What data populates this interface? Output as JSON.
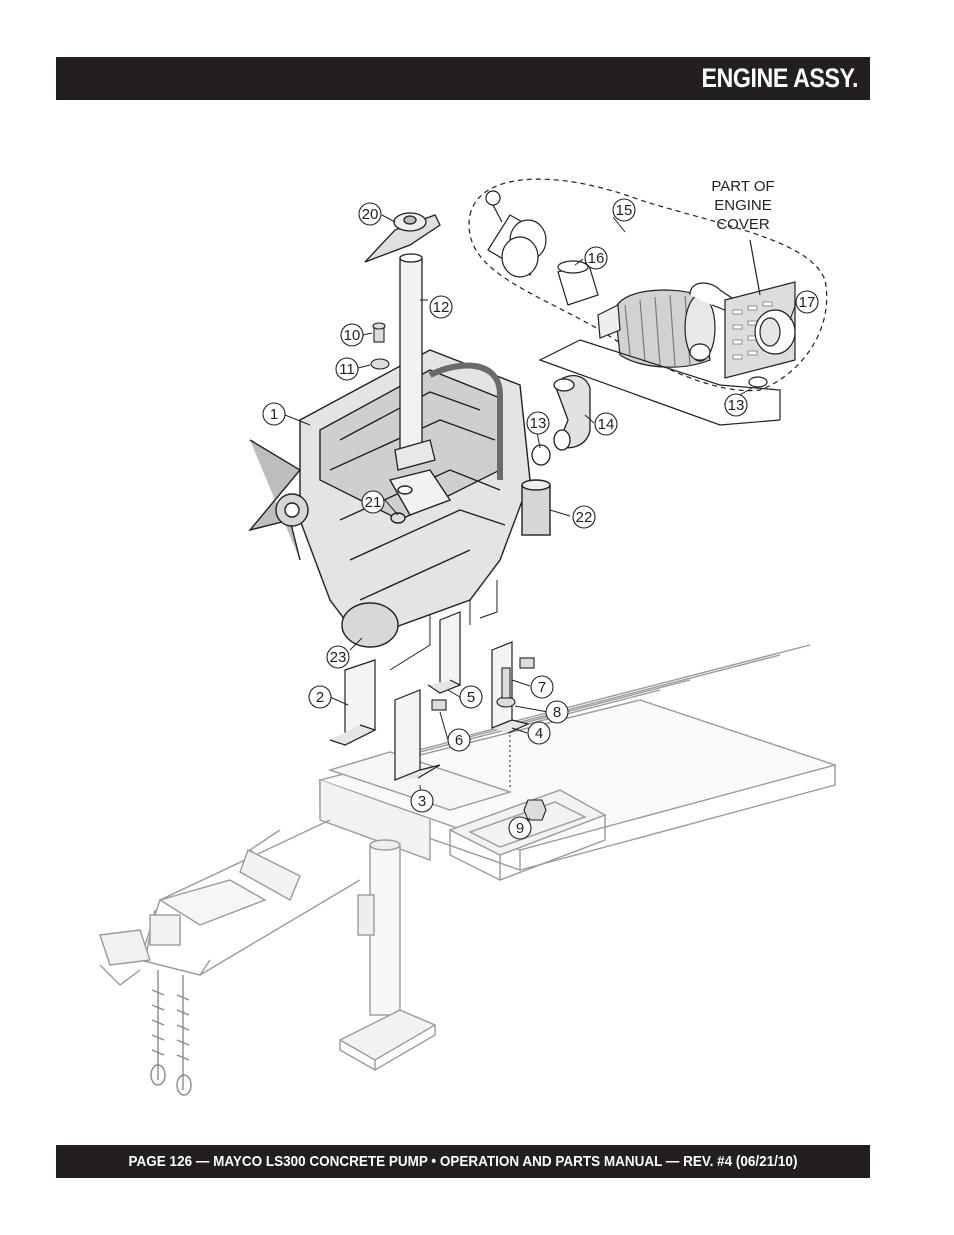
{
  "header": {
    "title": "ENGINE ASSY."
  },
  "footer": {
    "text": "PAGE 126 — MAYCO LS300 CONCRETE PUMP • OPERATION AND PARTS MANUAL — REV. #4 (06/21/10)"
  },
  "diagram": {
    "note": [
      "PART OF",
      "ENGINE",
      "COVER"
    ],
    "callouts": [
      "1",
      "2",
      "3",
      "4",
      "5",
      "6",
      "7",
      "8",
      "9",
      "10",
      "11",
      "12",
      "13",
      "13",
      "14",
      "15",
      "16",
      "17",
      "20",
      "21",
      "22",
      "23"
    ]
  },
  "colors": {
    "bar": "#231f20",
    "line": "#231f20",
    "ghost": "#9a9a9a",
    "fill": "#e9e9e9"
  }
}
